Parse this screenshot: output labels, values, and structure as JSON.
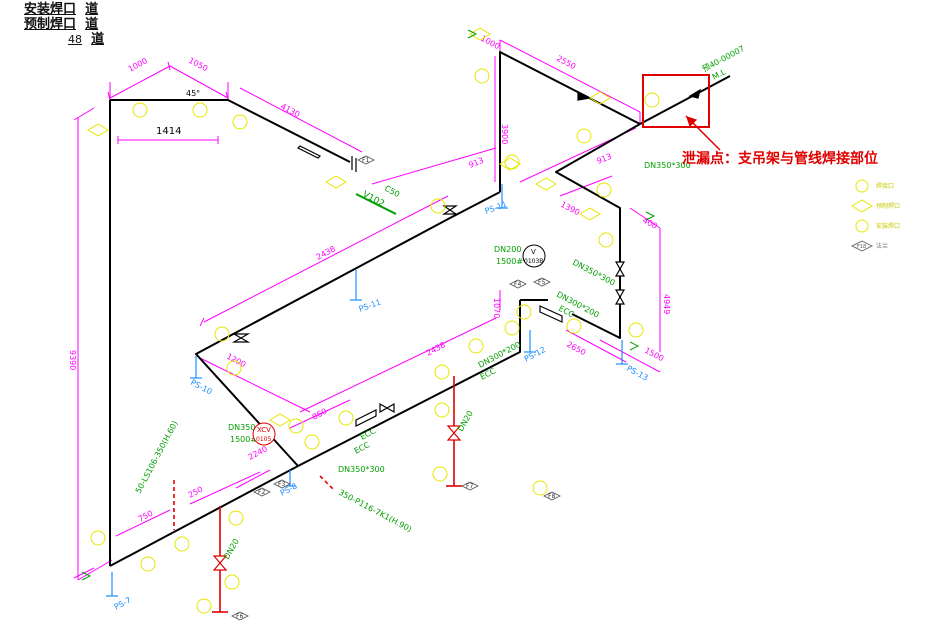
{
  "title_block": {
    "row1_label": "安装焊口",
    "row1_unit": "道",
    "row2_label": "预制焊口",
    "row2_unit": "道",
    "row3_value": "48",
    "row3_unit": "道"
  },
  "annotation": {
    "leak_text": "泄漏点：支吊架与管线焊接部位"
  },
  "dimensions": {
    "d1000": "1000",
    "d1050": "1050",
    "d45": "45°",
    "d1414": "1414",
    "d4130": "4130",
    "d2550": "2550",
    "d913a": "913",
    "d913b": "913",
    "d2438a": "2438",
    "d2438b": "2438",
    "d1200": "1200",
    "d860": "860",
    "d2240": "2240",
    "d250": "250",
    "d750": "750",
    "d2650": "2650",
    "d1070": "1070",
    "d9390": "9390",
    "d4949": "4949",
    "d1390": "1390",
    "d3900": "3900",
    "d400": "400",
    "d1500": "1500",
    "d1000v": "1000"
  },
  "labels": {
    "line_no": "预40-00007",
    "ml": "M.L",
    "dn350_300a": "DN350*300",
    "dn350_300b": "DN350*300",
    "dn350_300c": "DN350*300",
    "dn300_200a": "DN300*200",
    "dn300_200b": "DN300*200",
    "dn200": "DN200",
    "p1500": "1500#",
    "dn350": "DN350",
    "p1500b": "1500#",
    "xcv": "XCV",
    "xcv_no": "0105",
    "v_tag": "V",
    "v_no": "0103B",
    "dn20a": "DN20",
    "dn20b": "DN20",
    "ecc1": "ECC",
    "ecc2": "ECC",
    "ecc3": "ECC",
    "ecc4": "ECC",
    "v102": "V102",
    "c50": "C50",
    "line_a": "50-LS106-350(H.60)",
    "line_b": "350-P116-7K1(H.90)"
  },
  "supports": {
    "ps11a": "PS-11",
    "ps11b": "PS-11",
    "ps10": "PS-10",
    "ps12": "PS-12",
    "ps13": "PS-13",
    "ps8": "PS-8",
    "ps7": "PS-7"
  },
  "flags": {
    "f1": "F1",
    "f2": "F2",
    "f3": "F3",
    "f4": "F4",
    "f5": "F5",
    "f6": "F6",
    "f7": "F7",
    "f8": "F8"
  },
  "legend": {
    "item1": "焊接口",
    "item2": "预制焊口",
    "item3": "安装焊口",
    "item4": "法兰",
    "item4_tag": "F18"
  },
  "colors": {
    "pipe": "#000000",
    "dim": "#ff00ff",
    "weld": "#e6e600",
    "note": "#00a000",
    "support": "#1e90ff",
    "red": "#e00000"
  }
}
